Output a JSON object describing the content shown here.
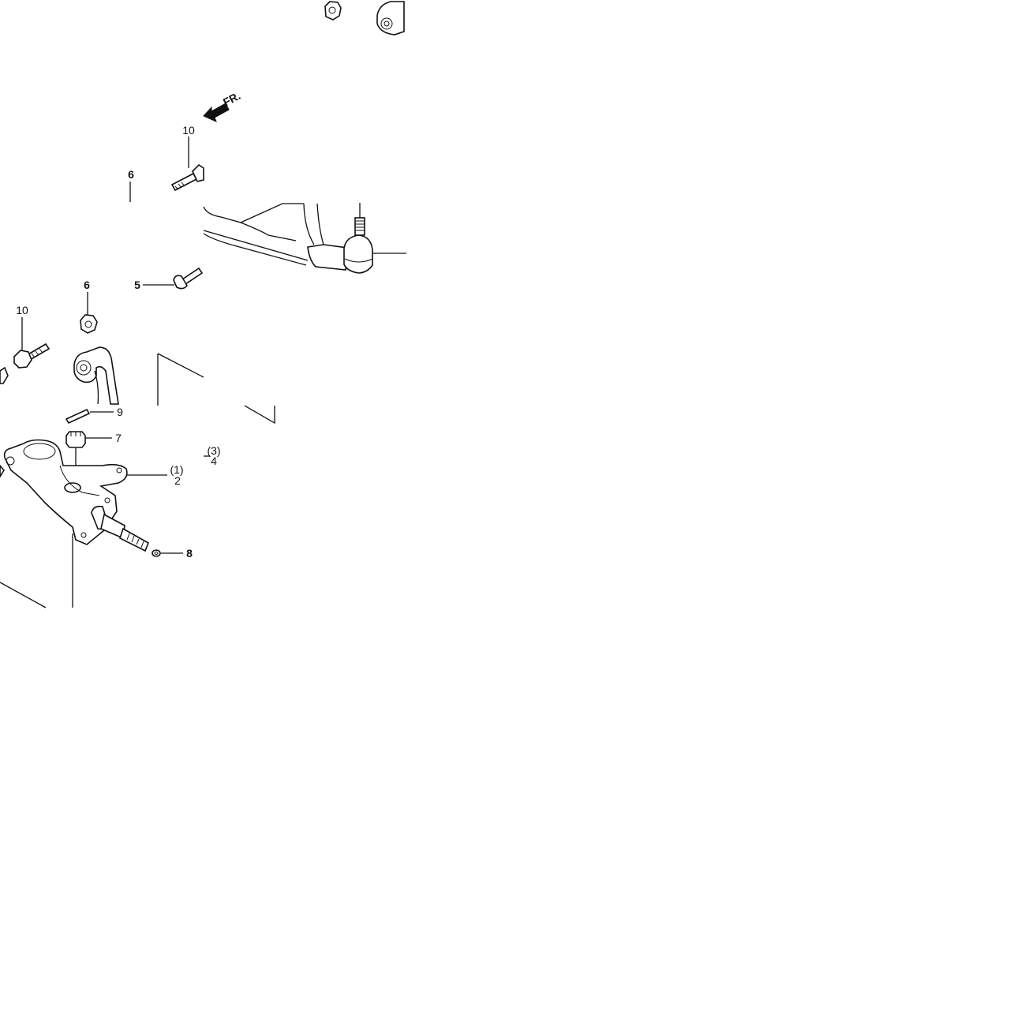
{
  "direction_arrow": {
    "text": "FR."
  },
  "callouts": [
    {
      "id": "c10a",
      "label": "10"
    },
    {
      "id": "c6a",
      "label": "6"
    },
    {
      "id": "c6b",
      "label": "6"
    },
    {
      "id": "c5",
      "label": "5"
    },
    {
      "id": "c10b",
      "label": "10"
    },
    {
      "id": "c9",
      "label": "9"
    },
    {
      "id": "c7",
      "label": "7"
    },
    {
      "id": "c3",
      "label": "(3)"
    },
    {
      "id": "c4",
      "label": "4"
    },
    {
      "id": "c1",
      "label": "(1)"
    },
    {
      "id": "c2",
      "label": "2"
    },
    {
      "id": "c8",
      "label": "8"
    }
  ],
  "colors": {
    "ink": "#111111",
    "paper": "#ffffff"
  }
}
